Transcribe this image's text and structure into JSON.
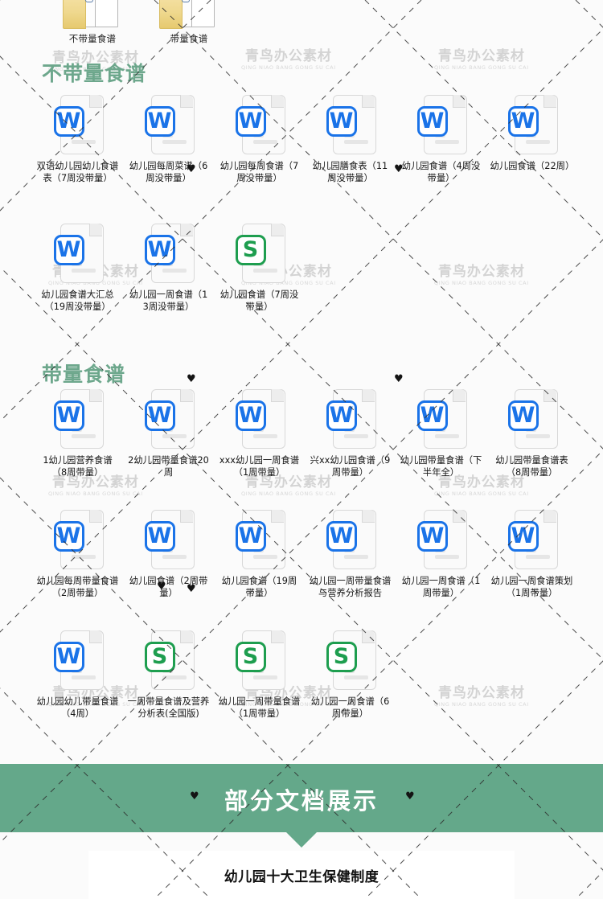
{
  "watermark": {
    "cn": "青鸟办公素材",
    "en": "QING NIAO BANG GONG SU CAI"
  },
  "folders": [
    {
      "label": "不带量食谱",
      "icon": "folder-icon"
    },
    {
      "label": "带量食谱",
      "icon": "folder-icon"
    }
  ],
  "sections": [
    {
      "id": "no-quantity",
      "title": "不带量食谱",
      "title_color": "#6da78c",
      "files": [
        {
          "name": "双语幼儿园幼儿食谱表（7周没带量）",
          "type": "word",
          "glyph": "W"
        },
        {
          "name": "幼儿园每周菜谱（6周没带量）",
          "type": "word",
          "glyph": "W"
        },
        {
          "name": "幼儿园每周食谱（7周没带量）",
          "type": "word",
          "glyph": "W"
        },
        {
          "name": "幼儿园膳食表（11周没带量）",
          "type": "word",
          "glyph": "W"
        },
        {
          "name": "幼儿园食谱（4周没带量）",
          "type": "word",
          "glyph": "W"
        },
        {
          "name": "幼儿园食谱（22周）",
          "type": "word",
          "glyph": "W"
        },
        {
          "name": "幼儿园食谱大汇总（19周没带量）",
          "type": "word",
          "glyph": "W"
        },
        {
          "name": "幼儿园一周食谱（13周没带量）",
          "type": "word",
          "glyph": "W"
        },
        {
          "name": "幼儿园食谱（7周没带量）",
          "type": "excel",
          "glyph": "S"
        }
      ]
    },
    {
      "id": "with-quantity",
      "title": "带量食谱",
      "title_color": "#6da78c",
      "files": [
        {
          "name": "1幼儿园营养食谱（8周带量）",
          "type": "word",
          "glyph": "W"
        },
        {
          "name": "2幼儿园带量食谱20周",
          "type": "word",
          "glyph": "W"
        },
        {
          "name": "xxx幼儿园一周食谱（1周带量）",
          "type": "word",
          "glyph": "W"
        },
        {
          "name": "兴xx幼儿园食谱（9周带量）",
          "type": "word",
          "glyph": "W"
        },
        {
          "name": "幼儿园带量食谱（下半年全）",
          "type": "word",
          "glyph": "W"
        },
        {
          "name": "幼儿园带量食谱表（8周带量）",
          "type": "word",
          "glyph": "W"
        },
        {
          "name": "幼儿园每周带量食谱（2周带量）",
          "type": "word",
          "glyph": "W"
        },
        {
          "name": "幼儿园食谱（2周带量）",
          "type": "word",
          "glyph": "W"
        },
        {
          "name": "幼儿园食谱（19周带量）",
          "type": "word",
          "glyph": "W"
        },
        {
          "name": "幼儿园一周带量食谱与营养分析报告",
          "type": "word",
          "glyph": "W"
        },
        {
          "name": "幼儿园一周食谱（1周带量）",
          "type": "word",
          "glyph": "W"
        },
        {
          "name": "幼儿园一周食谱策划（1周带量）",
          "type": "word",
          "glyph": "W"
        },
        {
          "name": "幼儿园幼儿带量食谱（4周）",
          "type": "word",
          "glyph": "W"
        },
        {
          "name": "一周带量食谱及营养分析表(全国版)",
          "type": "excel",
          "glyph": "S"
        },
        {
          "name": "幼儿园一周带量食谱（1周带量）",
          "type": "excel",
          "glyph": "S"
        },
        {
          "name": "幼儿园一周食谱（6周带量）",
          "type": "excel",
          "glyph": "S"
        }
      ]
    }
  ],
  "banner": {
    "text": "部分文档展示",
    "background": "#64a88a",
    "text_color": "#ffffff",
    "heart_glyph": "♥"
  },
  "doc_preview": {
    "title": "幼儿园十大卫生保健制度"
  },
  "colors": {
    "word_blue": "#1a73e8",
    "excel_green": "#1e9e4f",
    "section_green": "#6da78c",
    "banner_green": "#64a88a"
  }
}
